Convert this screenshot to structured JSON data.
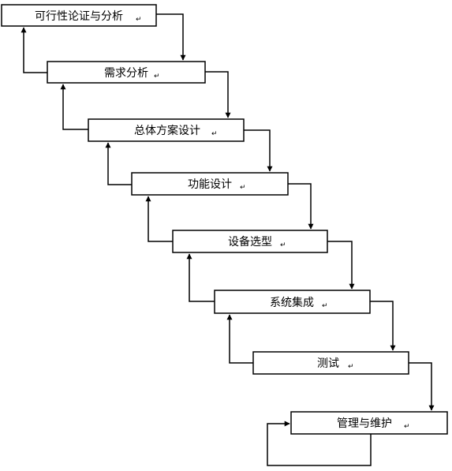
{
  "stages": [
    {
      "label": "可行性论证与分析",
      "mark": "↵"
    },
    {
      "label": "需求分析",
      "mark": "↵"
    },
    {
      "label": "总体方案设计",
      "mark": "↵"
    },
    {
      "label": "功能设计",
      "mark": "↵"
    },
    {
      "label": "设备选型",
      "mark": "↵"
    },
    {
      "label": "系统集成",
      "mark": "↵"
    },
    {
      "label": "测试",
      "mark": "↵"
    },
    {
      "label": "管理与维护",
      "mark": "↵"
    }
  ]
}
